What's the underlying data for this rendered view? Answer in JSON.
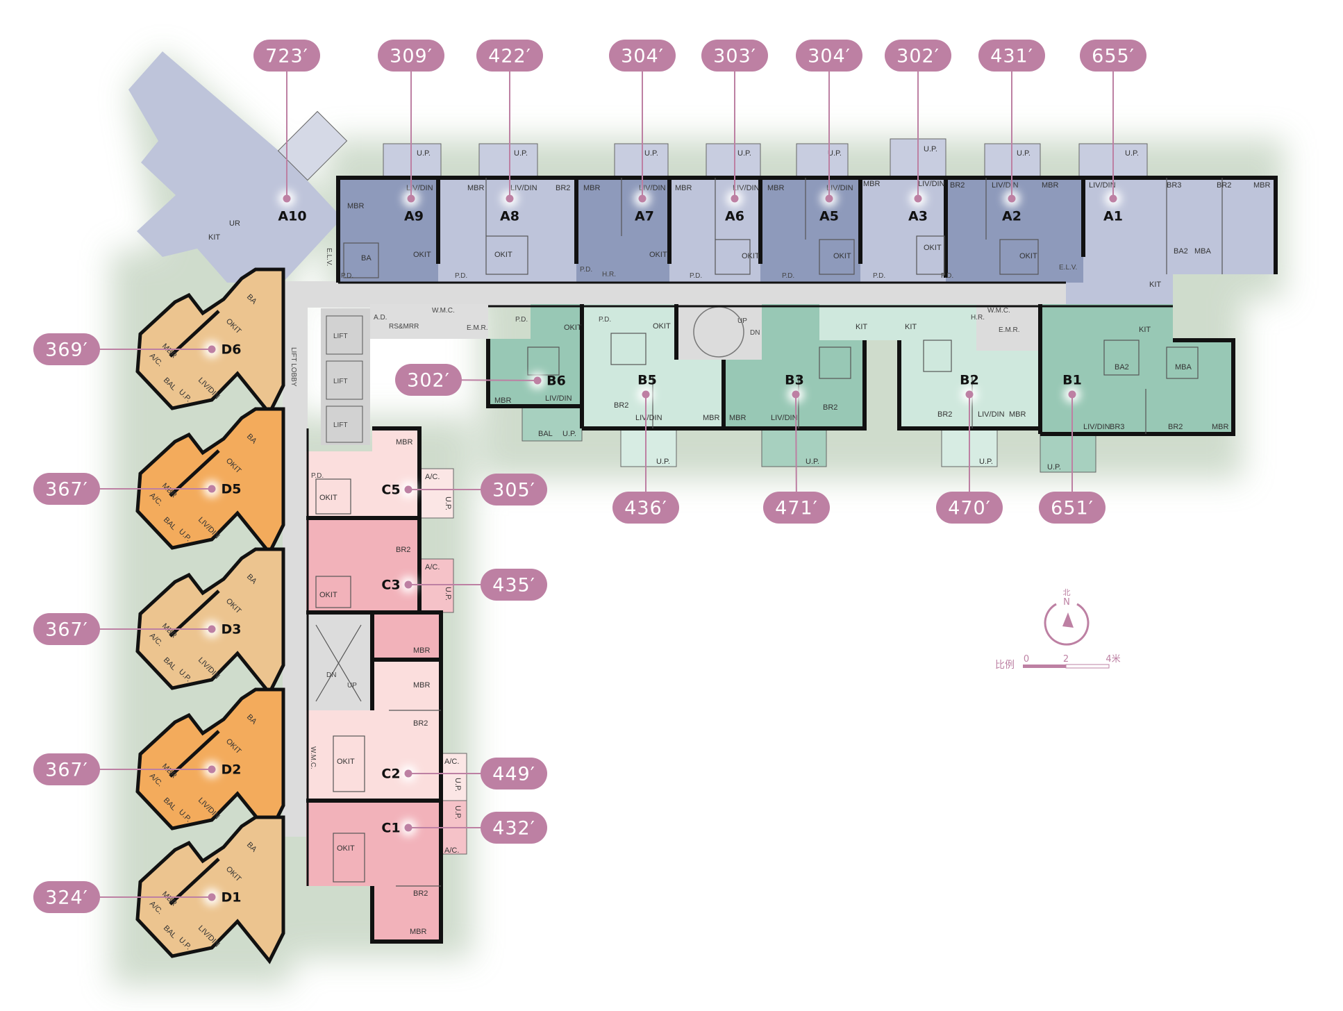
{
  "colors": {
    "pill": "#bd80a3",
    "a_light": "#bec4da",
    "a_dark": "#8e9abb",
    "b_light": "#cfe8dd",
    "b_dark": "#98c8b5",
    "c_light": "#fbdedd",
    "c_dark": "#f2b2ba",
    "d_tan": "#ecc48f",
    "d_orange": "#f3ab5c",
    "corridor": "#dcdcdc"
  },
  "units": [
    {
      "id": "A10",
      "area": "723′"
    },
    {
      "id": "A9",
      "area": "309′"
    },
    {
      "id": "A8",
      "area": "422′"
    },
    {
      "id": "A7",
      "area": "304′"
    },
    {
      "id": "A6",
      "area": "303′"
    },
    {
      "id": "A5",
      "area": "304′"
    },
    {
      "id": "A3",
      "area": "302′"
    },
    {
      "id": "A2",
      "area": "431′"
    },
    {
      "id": "A1",
      "area": "655′"
    },
    {
      "id": "B6",
      "area": "302′"
    },
    {
      "id": "B5",
      "area": "436′"
    },
    {
      "id": "B3",
      "area": "471′"
    },
    {
      "id": "B2",
      "area": "470′"
    },
    {
      "id": "B1",
      "area": "651′"
    },
    {
      "id": "C5",
      "area": "305′"
    },
    {
      "id": "C3",
      "area": "435′"
    },
    {
      "id": "C2",
      "area": "449′"
    },
    {
      "id": "C1",
      "area": "432′"
    },
    {
      "id": "D6",
      "area": "369′"
    },
    {
      "id": "D5",
      "area": "367′"
    },
    {
      "id": "D3",
      "area": "367′"
    },
    {
      "id": "D2",
      "area": "367′"
    },
    {
      "id": "D1",
      "area": "324′"
    }
  ],
  "common": {
    "lift": "LIFT",
    "lift_lobby": "LIFT LOBBY",
    "rs_mrr": "RS&MRR",
    "wmc": "W.M.C.",
    "emr": "E.M.R.",
    "pd": "P.D.",
    "elv": "E.L.V.",
    "hr": "H.R.",
    "up": "UP",
    "dn": "DN",
    "ad": "A.D."
  },
  "rooms": {
    "mbr": "MBR",
    "br2": "BR2",
    "br3": "BR3",
    "livdin": "LIV/DIN",
    "okit": "OKIT",
    "kit": "KIT",
    "ba": "BA",
    "mba": "MBA",
    "ba2": "BA2",
    "bal": "BAL",
    "up": "U.P.",
    "ac": "A/C.",
    "ur": "UR"
  },
  "legend": {
    "north_cn": "北",
    "north": "N",
    "scale_label": "比例",
    "scale_ticks": [
      "0",
      "2",
      "4米"
    ]
  }
}
